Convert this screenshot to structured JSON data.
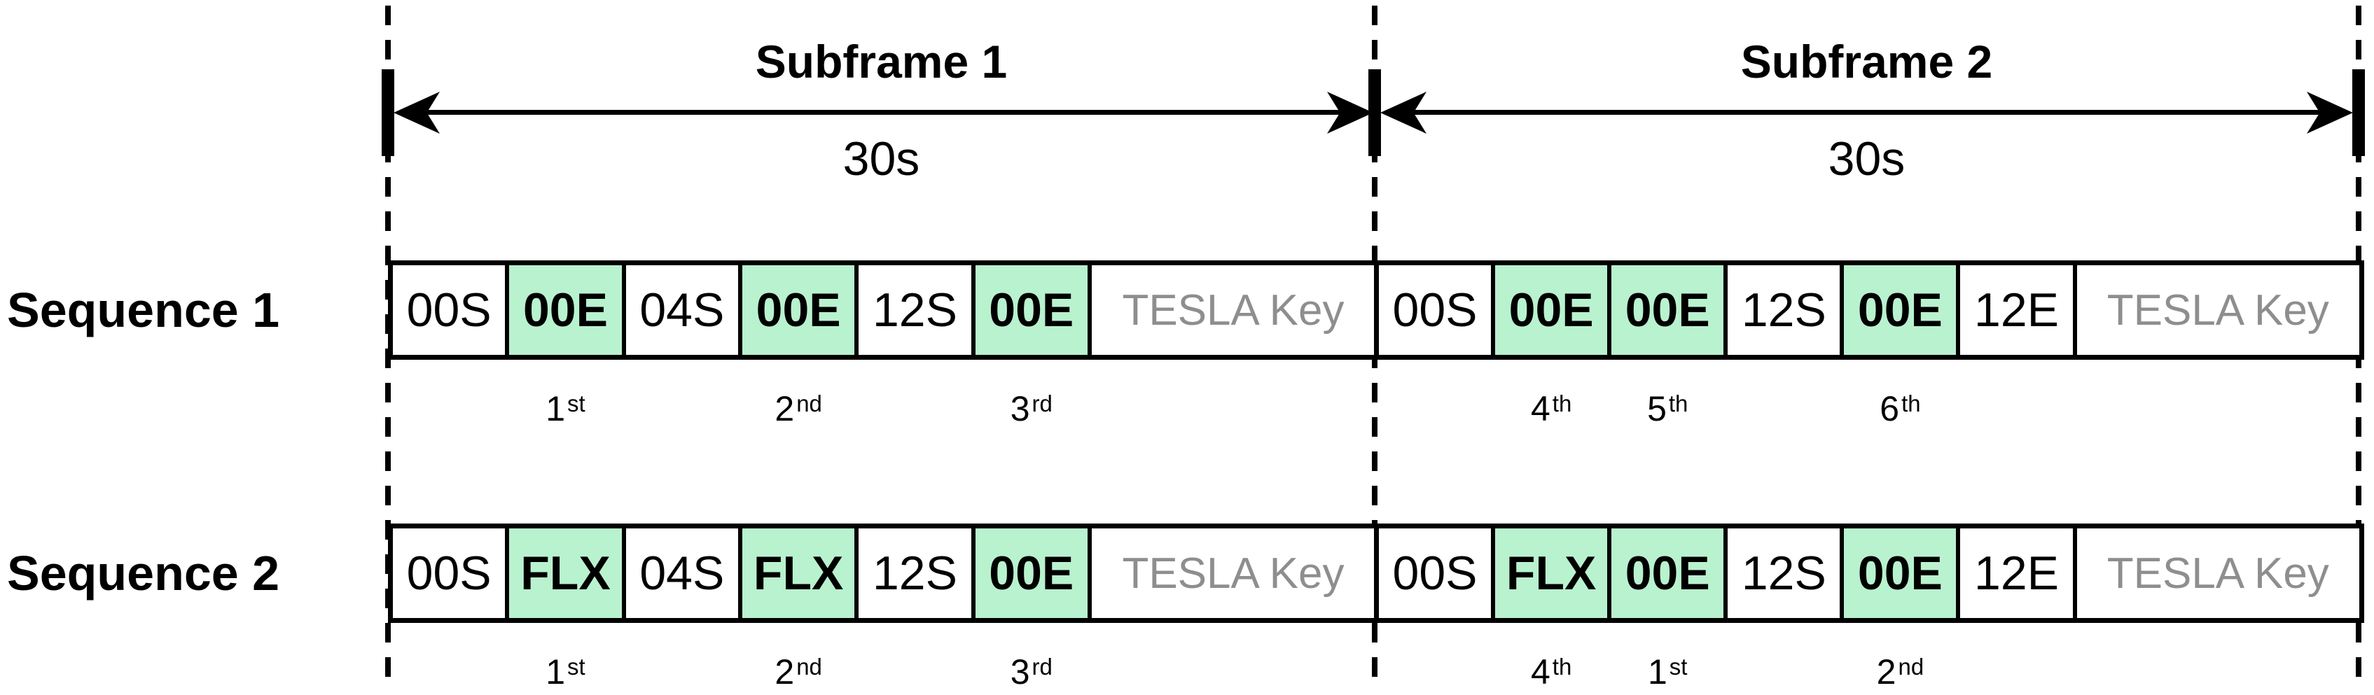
{
  "timeline": {
    "subframes": [
      {
        "label": "Subframe 1",
        "duration": "30s"
      },
      {
        "label": "Subframe 2",
        "duration": "30s"
      }
    ]
  },
  "sequences": [
    {
      "label": "Sequence 1",
      "cells": [
        {
          "text": "00S",
          "style": "plain"
        },
        {
          "text": "00E",
          "style": "green",
          "ordinal_num": "1",
          "ordinal_suffix": "st"
        },
        {
          "text": "04S",
          "style": "plain"
        },
        {
          "text": "00E",
          "style": "green",
          "ordinal_num": "2",
          "ordinal_suffix": "nd"
        },
        {
          "text": "12S",
          "style": "plain"
        },
        {
          "text": "00E",
          "style": "green",
          "ordinal_num": "3",
          "ordinal_suffix": "rd"
        },
        {
          "text": "TESLA Key",
          "style": "key"
        },
        {
          "text": "00S",
          "style": "plain"
        },
        {
          "text": "00E",
          "style": "green",
          "ordinal_num": "4",
          "ordinal_suffix": "th"
        },
        {
          "text": "00E",
          "style": "green",
          "ordinal_num": "5",
          "ordinal_suffix": "th"
        },
        {
          "text": "12S",
          "style": "plain"
        },
        {
          "text": "00E",
          "style": "green",
          "ordinal_num": "6",
          "ordinal_suffix": "th"
        },
        {
          "text": "12E",
          "style": "plain"
        },
        {
          "text": "TESLA Key",
          "style": "key"
        }
      ]
    },
    {
      "label": "Sequence 2",
      "cells": [
        {
          "text": "00S",
          "style": "plain"
        },
        {
          "text": "FLX",
          "style": "green",
          "ordinal_num": "1",
          "ordinal_suffix": "st"
        },
        {
          "text": "04S",
          "style": "plain"
        },
        {
          "text": "FLX",
          "style": "green",
          "ordinal_num": "2",
          "ordinal_suffix": "nd"
        },
        {
          "text": "12S",
          "style": "plain"
        },
        {
          "text": "00E",
          "style": "green",
          "ordinal_num": "3",
          "ordinal_suffix": "rd"
        },
        {
          "text": "TESLA Key",
          "style": "key"
        },
        {
          "text": "00S",
          "style": "plain"
        },
        {
          "text": "FLX",
          "style": "green",
          "ordinal_num": "4",
          "ordinal_suffix": "th"
        },
        {
          "text": "00E",
          "style": "green",
          "ordinal_num": "1",
          "ordinal_suffix": "st"
        },
        {
          "text": "12S",
          "style": "plain"
        },
        {
          "text": "00E",
          "style": "green",
          "ordinal_num": "2",
          "ordinal_suffix": "nd"
        },
        {
          "text": "12E",
          "style": "plain"
        },
        {
          "text": "TESLA Key",
          "style": "key"
        }
      ]
    }
  ],
  "colors": {
    "highlight_green": "#b9f2cf",
    "key_text_gray": "#8e8e8e",
    "line_black": "#000000"
  }
}
